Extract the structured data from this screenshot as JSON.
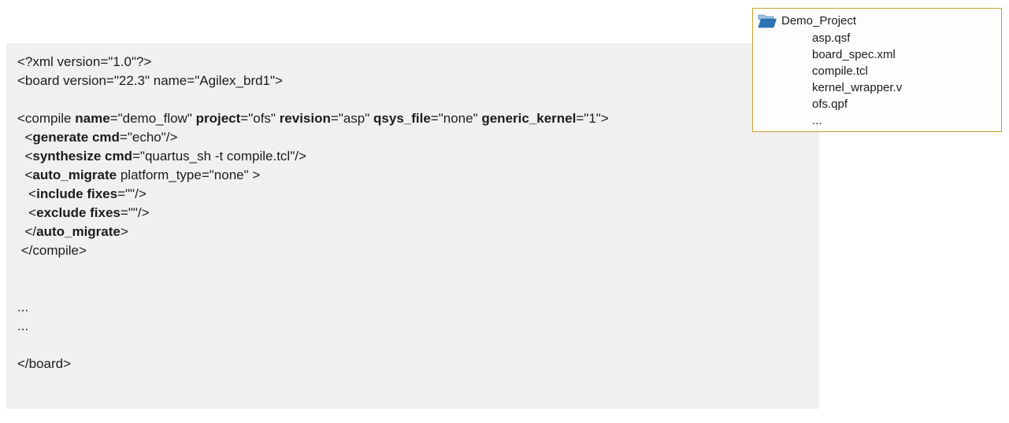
{
  "code_block": {
    "lines": [
      {
        "segments": [
          {
            "t": "<?xml version=\"1.0\"?>",
            "b": false
          }
        ]
      },
      {
        "segments": [
          {
            "t": "<board version=\"22.3\" name=\"Agilex_brd1\">",
            "b": false
          }
        ]
      },
      {
        "segments": []
      },
      {
        "segments": [
          {
            "t": "<compile ",
            "b": false
          },
          {
            "t": "name",
            "b": true
          },
          {
            "t": "=\"demo_flow\" ",
            "b": false
          },
          {
            "t": "project",
            "b": true
          },
          {
            "t": "=\"ofs\" ",
            "b": false
          },
          {
            "t": "revision",
            "b": true
          },
          {
            "t": "=\"asp\" ",
            "b": false
          },
          {
            "t": "qsys_file",
            "b": true
          },
          {
            "t": "=\"none\" ",
            "b": false
          },
          {
            "t": "generic_kernel",
            "b": true
          },
          {
            "t": "=\"1\">",
            "b": false
          }
        ]
      },
      {
        "segments": [
          {
            "t": "  <",
            "b": false
          },
          {
            "t": "generate cmd",
            "b": true
          },
          {
            "t": "=\"echo\"/>",
            "b": false
          }
        ]
      },
      {
        "segments": [
          {
            "t": "  <",
            "b": false
          },
          {
            "t": "synthesize cmd",
            "b": true
          },
          {
            "t": "=\"quartus_sh -t compile.tcl\"/>",
            "b": false
          }
        ]
      },
      {
        "segments": [
          {
            "t": "  <",
            "b": false
          },
          {
            "t": "auto_migrate",
            "b": true
          },
          {
            "t": " platform_type=\"none\" >",
            "b": false
          }
        ]
      },
      {
        "segments": [
          {
            "t": "   <",
            "b": false
          },
          {
            "t": "include fixes",
            "b": true
          },
          {
            "t": "=\"\"/>",
            "b": false
          }
        ]
      },
      {
        "segments": [
          {
            "t": "   <",
            "b": false
          },
          {
            "t": "exclude fixes",
            "b": true
          },
          {
            "t": "=\"\"/>",
            "b": false
          }
        ]
      },
      {
        "segments": [
          {
            "t": "  </",
            "b": false
          },
          {
            "t": "auto_migrate",
            "b": true
          },
          {
            "t": ">",
            "b": false
          }
        ]
      },
      {
        "segments": [
          {
            "t": " </compile>",
            "b": false
          }
        ]
      },
      {
        "segments": []
      },
      {
        "segments": []
      },
      {
        "segments": [
          {
            "t": "...",
            "b": false
          }
        ]
      },
      {
        "segments": [
          {
            "t": "...",
            "b": false
          }
        ]
      },
      {
        "segments": []
      },
      {
        "segments": [
          {
            "t": "</board>",
            "b": false
          }
        ]
      }
    ]
  },
  "file_tree": {
    "root_label": "Demo_Project",
    "files": [
      "asp.qsf",
      "board_spec.xml",
      "compile.tcl",
      "kernel_wrapper.v",
      "ofs.qpf",
      "..."
    ]
  },
  "colors": {
    "code_background": "#f0f0f1",
    "panel_border": "#c9a22f",
    "folder_blue": "#2e75b6",
    "text": "#1c1c1c"
  }
}
